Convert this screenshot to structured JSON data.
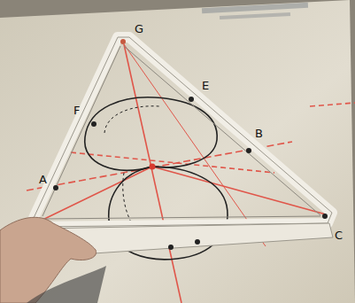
{
  "diagram": {
    "labels": [
      "G",
      "E",
      "F",
      "B",
      "A",
      "C"
    ]
  }
}
